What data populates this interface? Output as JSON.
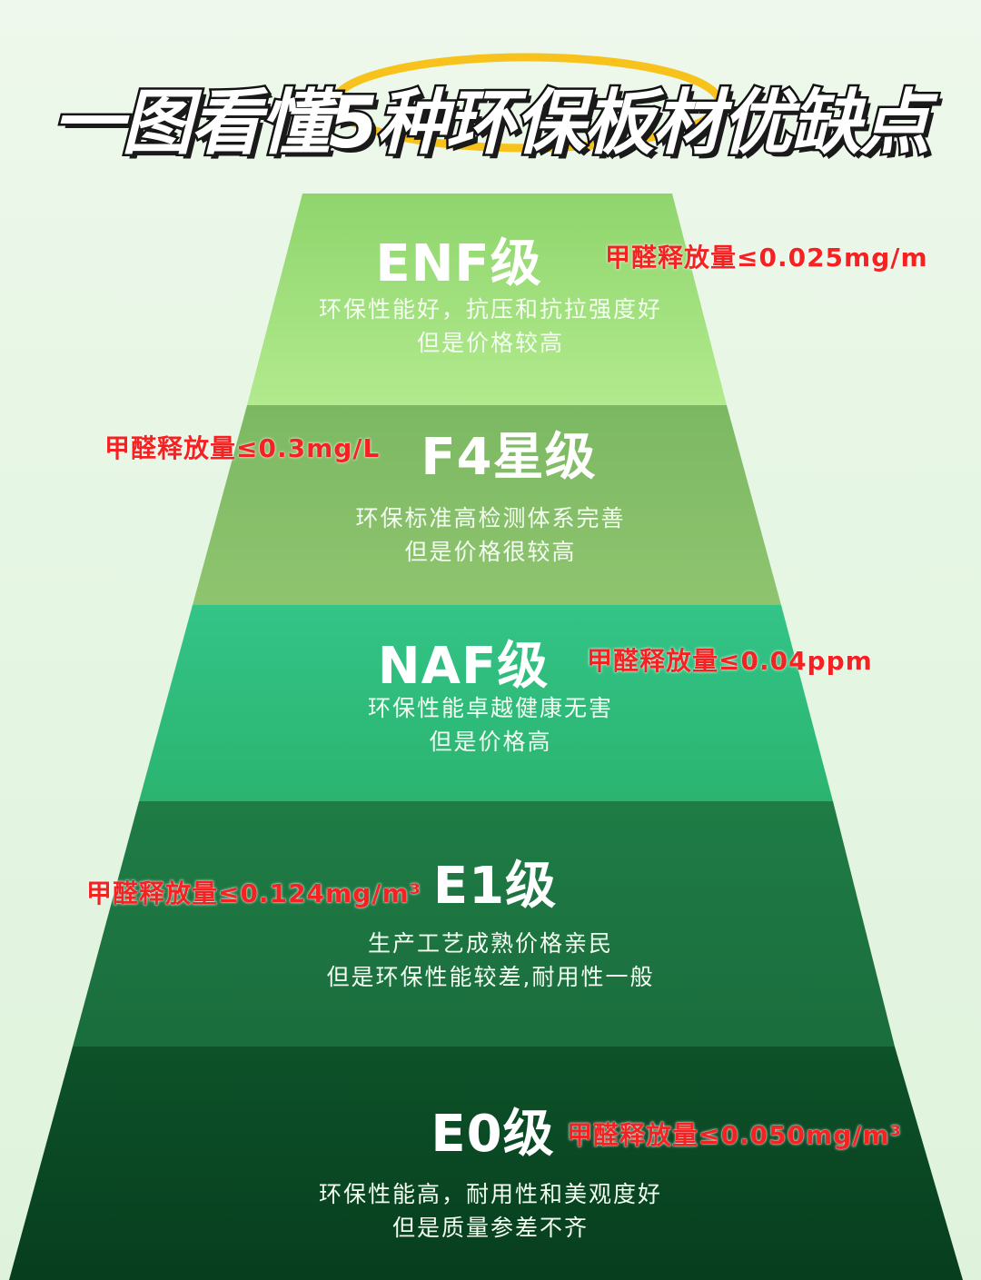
{
  "title": "一图看懂5种环保板材优缺点",
  "colors": {
    "title_highlight": "#f7c21b",
    "emission_text": "#f52222"
  },
  "tiers": [
    {
      "name": "ENF级",
      "emission": "甲醛释放量≤0.025mg/m",
      "desc_line1": "环保性能好，抗压和抗拉强度好",
      "desc_line2": "但是价格较高",
      "color": "#9ddb7c"
    },
    {
      "name": "F4星级",
      "emission": "甲醛释放量≤0.3mg/L",
      "desc_line1": "环保标准高检测体系完善",
      "desc_line2": "但是价格很较高",
      "color": "#86c06a"
    },
    {
      "name": "NAF级",
      "emission": "甲醛释放量≤0.04ppm",
      "desc_line1": "环保性能卓越健康无害",
      "desc_line2": "但是价格高",
      "color": "#2fb877"
    },
    {
      "name": "E1级",
      "emission": "甲醛释放量≤0.124mg/m³",
      "desc_line1": "生产工艺成熟价格亲民",
      "desc_line2": "但是环保性能较差,耐用性一般",
      "color": "#1d7a44"
    },
    {
      "name": "E0级",
      "emission": "甲醛释放量≤0.050mg/m³",
      "desc_line1": "环保性能高，耐用性和美观度好",
      "desc_line2": "但是质量参差不齐",
      "color": "#0b4a26"
    }
  ]
}
